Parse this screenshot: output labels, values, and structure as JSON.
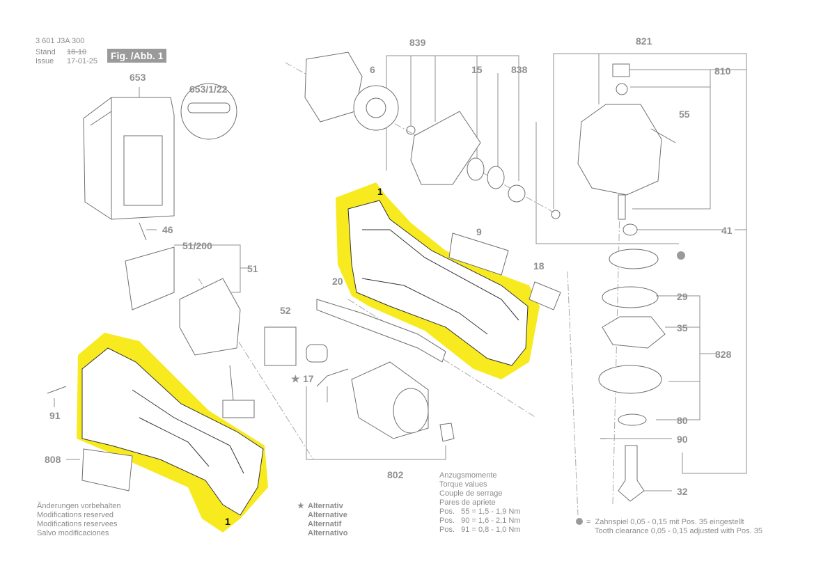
{
  "header": {
    "part_number": "3 601 J3A 300",
    "stand_label": "Stand",
    "issue_label": "Issue",
    "old_date": "18-10",
    "new_date": "17-01-25",
    "figure_label": "Fig. /Abb. 1"
  },
  "callouts": {
    "c653": "653",
    "c653_1_22": "653/1/22",
    "c46": "46",
    "c51_200": "51/200",
    "c51": "51",
    "c52": "52",
    "c17": "17",
    "c91": "91",
    "c808": "808",
    "c1_upper": "1",
    "c1_lower": "1",
    "c6": "6",
    "c839": "839",
    "c15": "15",
    "c838": "838",
    "c9": "9",
    "c20": "20",
    "c18": "18",
    "c802": "802",
    "c821": "821",
    "c810": "810",
    "c55": "55",
    "c41": "41",
    "c29": "29",
    "c35": "35",
    "c828": "828",
    "c80": "80",
    "c90": "90",
    "c32": "32"
  },
  "star_symbol": "★",
  "notes": {
    "changes_reserved": [
      "Änderungen vorbehalten",
      "Modifications reserved",
      "Modifications reservees",
      "Salvo modificaciones"
    ],
    "alternative": [
      "Alternativ",
      "Alternative",
      "Alternatif",
      "Alternativo"
    ],
    "torque_headings": [
      "Anzugsmomente",
      "Torque values",
      "Couple de serrage",
      "Pares de apriete"
    ],
    "torque_values": [
      "Pos.   55 = 1,5 - 1,9 Nm",
      "Pos.   90 = 1,6 - 2,1 Nm",
      "Pos.   91 = 0,8 - 1,0 Nm"
    ],
    "clearance": [
      "=  Zahnspiel 0,05 - 0,15 mit Pos. 35 eingestellt",
      "Tooth clearance 0,05 - 0,15 adjusted with Pos. 35"
    ]
  },
  "colors": {
    "highlight": "#f7ea1f",
    "line": "#8f8f8f",
    "part_stroke": "#6f6f6f",
    "label_box": "#9a9a9a"
  }
}
